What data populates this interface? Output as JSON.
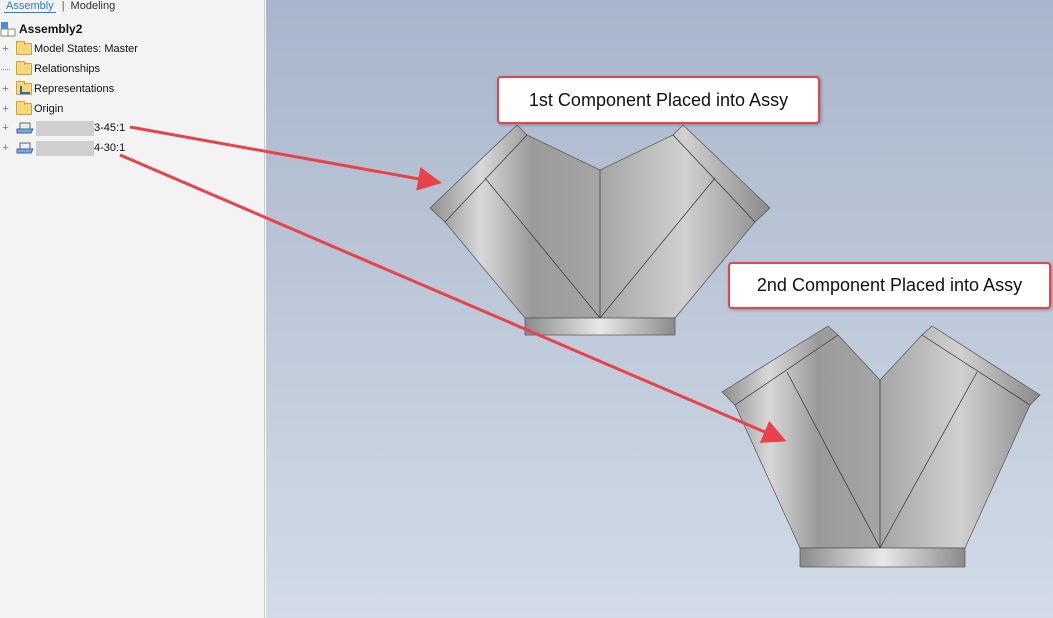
{
  "tabs": {
    "assembly": "Assembly",
    "modeling": "Modeling",
    "separator": "|"
  },
  "tree": {
    "root": "Assembly2",
    "items": [
      {
        "label": "Model States: Master",
        "icon": "folder-icon",
        "expandable": true
      },
      {
        "label": "Relationships",
        "icon": "folder-icon",
        "expandable": false
      },
      {
        "label": "Representations",
        "icon": "representations-folder-icon",
        "expandable": true
      },
      {
        "label": "Origin",
        "icon": "folder-icon",
        "expandable": true
      },
      {
        "label": "3-45:1",
        "icon": "part-icon",
        "expandable": true
      },
      {
        "label": "4-30:1",
        "icon": "part-icon",
        "expandable": true
      }
    ]
  },
  "callouts": {
    "first": "1st Component Placed into Assy",
    "second": "2nd Component Placed into Assy"
  },
  "colors": {
    "arrow": "#e8424a",
    "viewport_top": "#a8b6cb",
    "viewport_bottom": "#d2dbe7"
  }
}
